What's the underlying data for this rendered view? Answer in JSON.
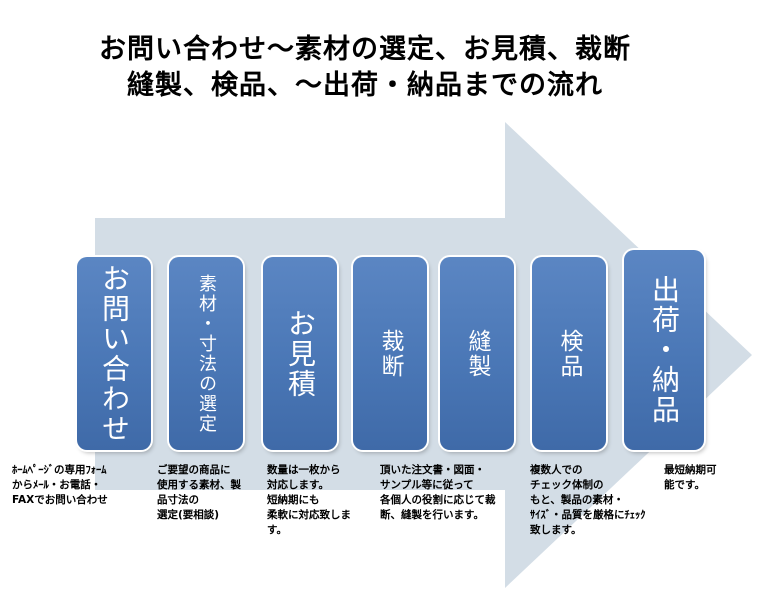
{
  "title": {
    "line1": "お問い合わせ～素材の選定、お見積、裁断",
    "line2": "縫製、検品、～出荷・納品までの流れ"
  },
  "colors": {
    "arrow": "#d3dde6",
    "step_box": "#4a77b6",
    "step_text": "#ffffff"
  },
  "steps": [
    {
      "label": "お問い合わせ",
      "description": "ﾎｰﾑﾍﾟｰｼﾞの専用ﾌｫｰﾑ\nからﾒｰﾙ・お電話・\nFAXでお問い合わせ"
    },
    {
      "label": "素材・寸法の選定",
      "description": "ご要望の商品に\n使用する素材、製\n品寸法の\n選定(要相談)"
    },
    {
      "label": "お見積",
      "description": "数量は一枚から\n対応します。\n短納期にも\n柔軟に対応致しま\nす。"
    },
    {
      "label": "裁断",
      "description": "頂いた注文書・図面・\nサンプル等に従って\n各個人の役割に応じて裁\n断、縫製を行います。"
    },
    {
      "label": "縫製",
      "description": ""
    },
    {
      "label": "検品",
      "description": "複数人での\nチェック体制の\nもと、製品の素材・\nｻｲｽﾞ・品質を厳格にﾁｪｯｸ\n致します。"
    },
    {
      "label": "出荷・納品",
      "description": "最短納期可\n能です。"
    }
  ]
}
